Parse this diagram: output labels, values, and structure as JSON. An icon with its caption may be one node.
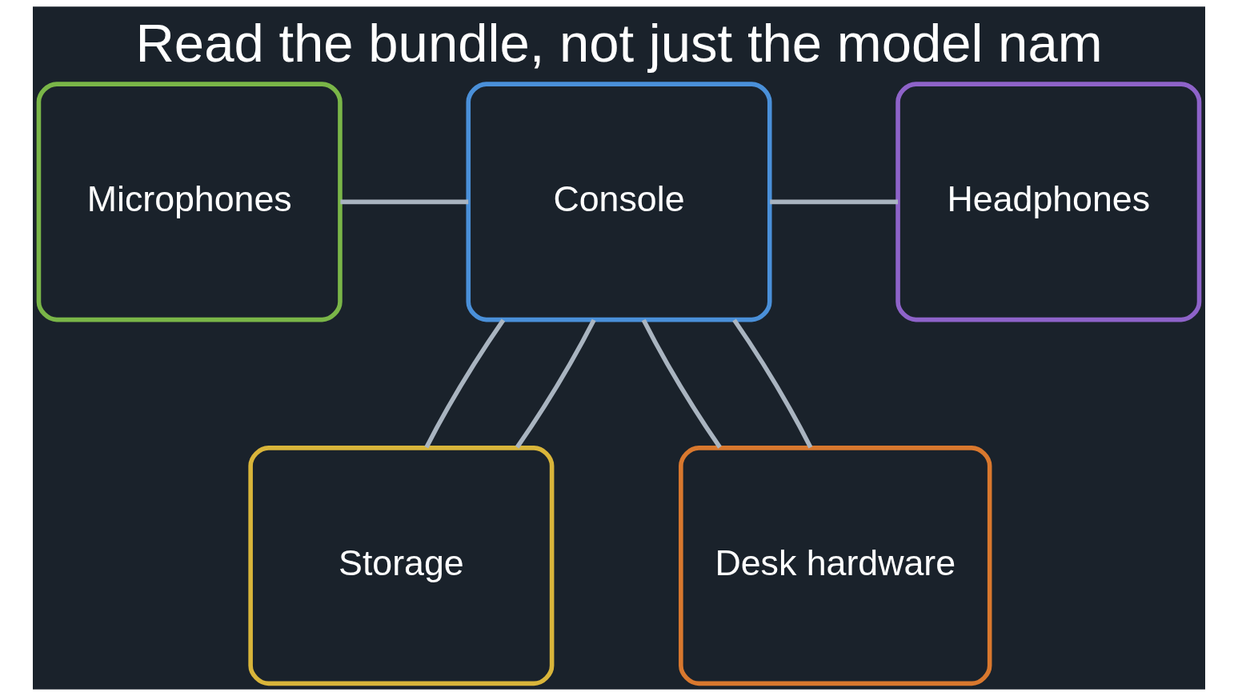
{
  "diagram": {
    "title": "Read the bundle, not just the model nam",
    "nodes": [
      {
        "text": [
          "Microphones"
        ]
      },
      {
        "text": [
          "Console"
        ]
      },
      {
        "text": [
          "Headphones"
        ]
      },
      {
        "text": [
          "Storage"
        ]
      },
      {
        "text": [
          "Desk hardware"
        ]
      }
    ],
    "edges": [
      {
        "from": 0,
        "to": 1,
        "arrow": "none"
      },
      {
        "from": 1,
        "to": 2,
        "arrow": "none"
      },
      {
        "from": 1,
        "to": 3,
        "arrow": "none"
      },
      {
        "from": 1,
        "to": 4,
        "arrow": "none"
      },
      {
        "from": 1,
        "to": 3,
        "arrow": "none"
      },
      {
        "from": 1,
        "to": 4,
        "arrow": "none"
      }
    ]
  }
}
